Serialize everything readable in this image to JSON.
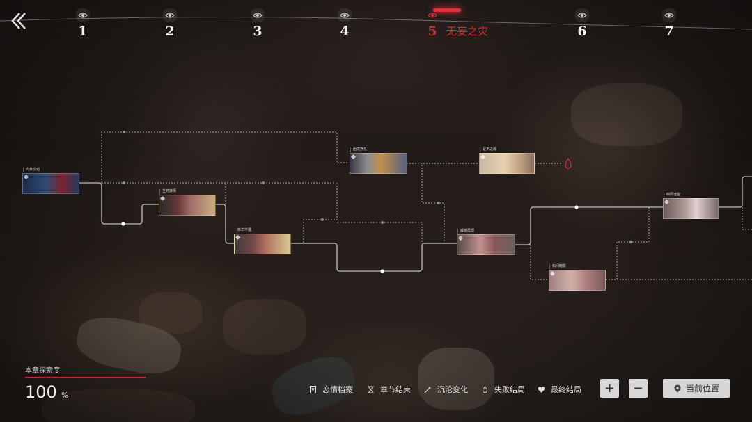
{
  "chapters": [
    {
      "number": "1",
      "active": false
    },
    {
      "number": "2",
      "active": false
    },
    {
      "number": "3",
      "active": false
    },
    {
      "number": "4",
      "active": false
    },
    {
      "number": "5",
      "active": true,
      "title": "无妄之灾"
    },
    {
      "number": "6",
      "active": false
    },
    {
      "number": "7",
      "active": false
    }
  ],
  "nodes": [
    {
      "id": "n1",
      "label": "内外交错"
    },
    {
      "id": "n2",
      "label": "生死抉择"
    },
    {
      "id": "n3",
      "label": "锋芒毕露"
    },
    {
      "id": "n4",
      "label": "困境挣扎"
    },
    {
      "id": "n5",
      "label": "足下之缘"
    },
    {
      "id": "n6",
      "label": "威胁再现"
    },
    {
      "id": "n7",
      "label": "四周凌空"
    },
    {
      "id": "n8",
      "label": "石间暗影"
    }
  ],
  "exploration": {
    "label": "本章探索度",
    "value": "100",
    "unit": "%",
    "progress": 1.0
  },
  "legend": [
    {
      "icon": "heart-file-icon",
      "label": "恋情档案"
    },
    {
      "icon": "hourglass-icon",
      "label": "章节结束"
    },
    {
      "icon": "sparkle-wand-icon",
      "label": "沉沦变化"
    },
    {
      "icon": "failure-drop-icon",
      "label": "失败结局"
    },
    {
      "icon": "heart-icon",
      "label": "最终结局"
    }
  ],
  "controls": {
    "zoom_in": "+",
    "zoom_out": "−",
    "current_position": "当前位置"
  },
  "colors": {
    "accent": "#c8313a",
    "line": "#d8d8d8",
    "button": "#d8d8d8"
  }
}
